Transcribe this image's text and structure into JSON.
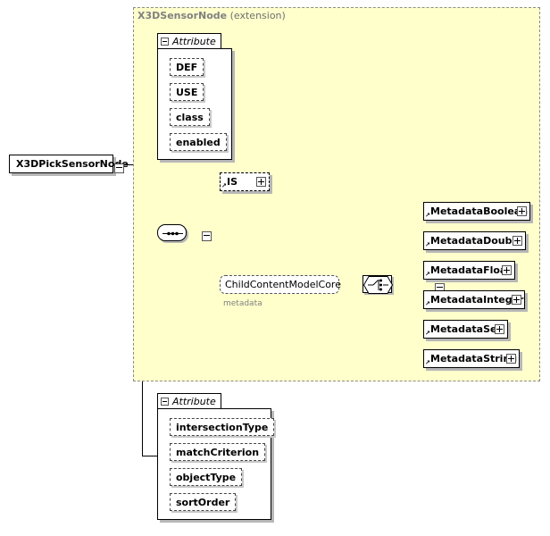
{
  "extension": {
    "type_name": "X3DSensorNode",
    "qualifier": "(extension)",
    "attribute_group_label": "Attribute",
    "attributes": [
      "DEF",
      "USE",
      "class",
      "enabled"
    ]
  },
  "root": {
    "name": "X3DPickSensorNode"
  },
  "sequence": {
    "is_element": "IS",
    "child_group": {
      "name": "ChildContentModelCore",
      "sublabel": "metadata"
    },
    "choice_elements": [
      "MetadataBoolean",
      "MetadataDouble",
      "MetadataFloat",
      "MetadataInteger",
      "MetadataSet",
      "MetadataString"
    ]
  },
  "local_attributes": {
    "label": "Attribute",
    "items": [
      "intersectionType",
      "matchCriterion",
      "objectType",
      "sortOrder"
    ]
  }
}
